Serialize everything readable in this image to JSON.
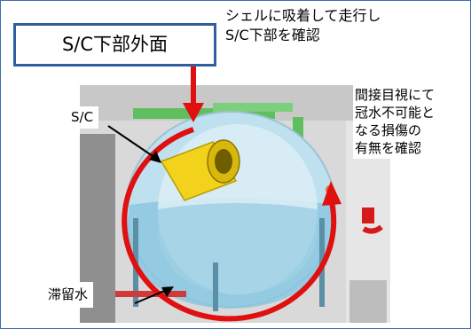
{
  "title_box": {
    "text": "S/C下部外面"
  },
  "top_note": {
    "text": "シェルに吸着して走行し\nS/C下部を確認"
  },
  "right_note": {
    "text": "間接目視にて\n冠水不可能と\nなる損傷の\n有無を確認"
  },
  "labels": {
    "sc": "S/C",
    "stagnant_water": "滞留水"
  },
  "colors": {
    "frame_border": "#2f5f9f",
    "arrow_red": "#e01010",
    "torus_blue": "#bfe0ee",
    "water_blue": "#8cc6df",
    "yellow_pipe": "#f2d21a",
    "green_pipe": "#5fbf5f"
  }
}
